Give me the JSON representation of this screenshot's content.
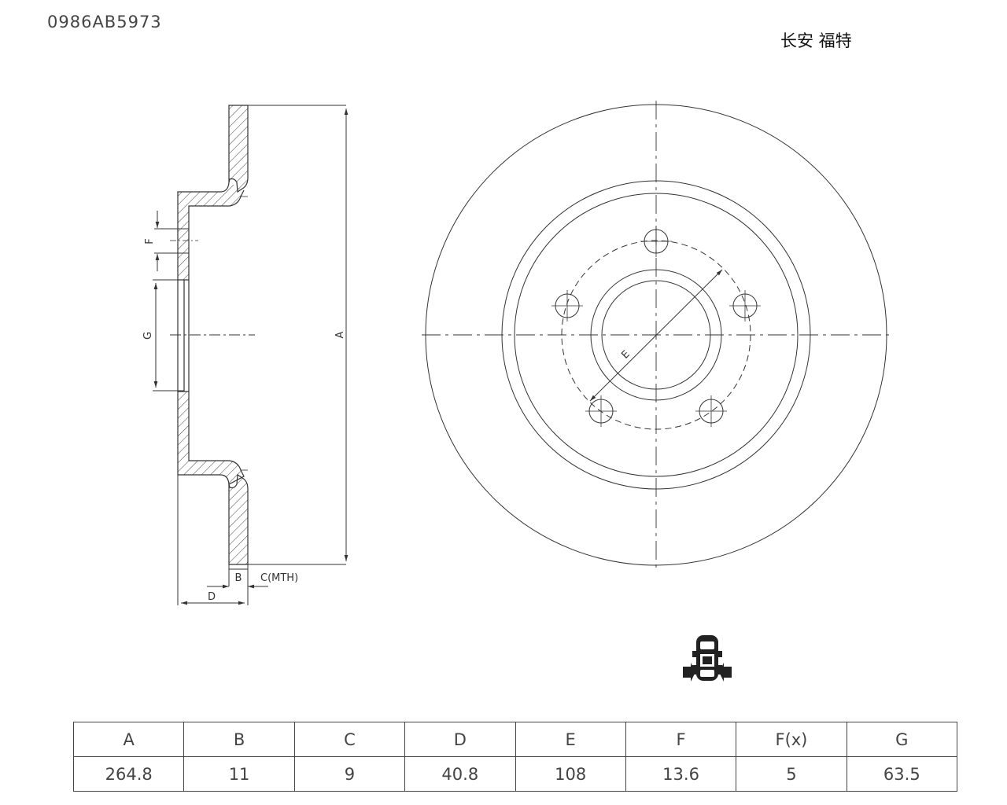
{
  "header": {
    "part_number": "0986AB5973",
    "application": "长安 福特"
  },
  "labels": {
    "A": "A",
    "B": "B",
    "C": "C(MTH)",
    "D": "D",
    "E": "E",
    "F": "F",
    "G": "G"
  },
  "icon": {
    "name": "rear-axle-car-icon"
  },
  "table": {
    "headers": [
      "A",
      "B",
      "C",
      "D",
      "E",
      "F",
      "F(x)",
      "G"
    ],
    "values": [
      "264.8",
      "11",
      "9",
      "40.8",
      "108",
      "13.6",
      "5",
      "63.5"
    ]
  }
}
